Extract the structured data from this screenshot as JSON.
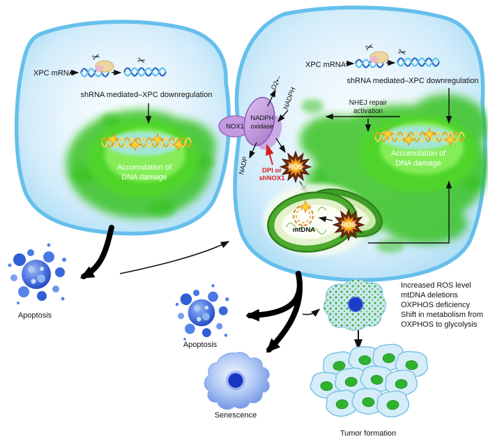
{
  "left_cell": {
    "xpc_mrna": "XPC mRNA",
    "shrna": "shRNA mediated–XPC downregulation",
    "accum_line1": "Accumulation of",
    "accum_line2": "DNA damage"
  },
  "right_cell": {
    "xpc_mrna": "XPC mRNA",
    "shrna": "shRNA mediated–XPC downregulation",
    "nhej_line1": "NHEJ repair",
    "nhej_line2": "activation",
    "accum_line1": "Accumulation of",
    "accum_line2": "DNA damage",
    "nox1": "NOX1",
    "oxidase_line1": "NADPH",
    "oxidase_line2": "oxidase",
    "o2_superoxide": "O2•−",
    "nadph": "NADPH",
    "nadp": "NADP",
    "inhibitor_line1": "DPI or",
    "inhibitor_line2": "shNOX1",
    "ros_membrane": "ROS",
    "mtdna": "mtDNA",
    "ros_mito": "ROS"
  },
  "outcomes": {
    "apoptosis_left": "Apoptosis",
    "apoptosis_middle": "Apoptosis",
    "senescence": "Senescence",
    "tumor_formation": "Tumor formation"
  },
  "effects_box": {
    "line1": "Increased ROS level",
    "line2": "mtDNA deletions",
    "line3": "OXPHOS deficiency",
    "line4": "Shift in metabolism from",
    "line5": "OXPHOS to glycolysis"
  },
  "colors": {
    "cell_membrane": "#66bfec",
    "nucleus_green": "#2fbf12",
    "ros_star_outer": "#6e2a12",
    "ros_star_inner": "#e8941c",
    "inhibitor_red": "#d82020",
    "apoptosis_blue": "#1c3cb4",
    "mitochondria_green": "#4caa2e",
    "tumor_nucleus_green": "#2fb32f",
    "dna_gold": "#e2a818"
  }
}
